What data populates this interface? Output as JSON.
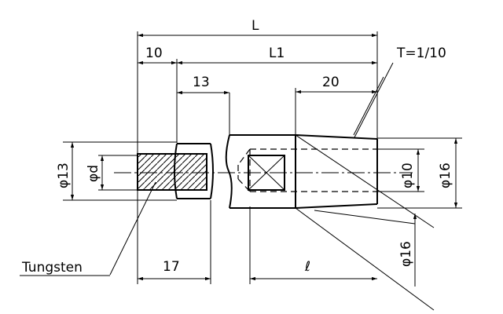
{
  "labels": {
    "L": "L",
    "L1": "L1",
    "dim10": "10",
    "dim13": "13",
    "dim20": "20",
    "taper": "T=1/10",
    "dia13": "φ13",
    "diad": "φd",
    "dia10": "φ10",
    "dia16_right": "φ16",
    "dia16_bottom": "φ16",
    "material": "Tungsten",
    "dim17": "17",
    "ell": "ℓ"
  },
  "colors": {
    "ink": "#000000",
    "background": "#ffffff"
  }
}
